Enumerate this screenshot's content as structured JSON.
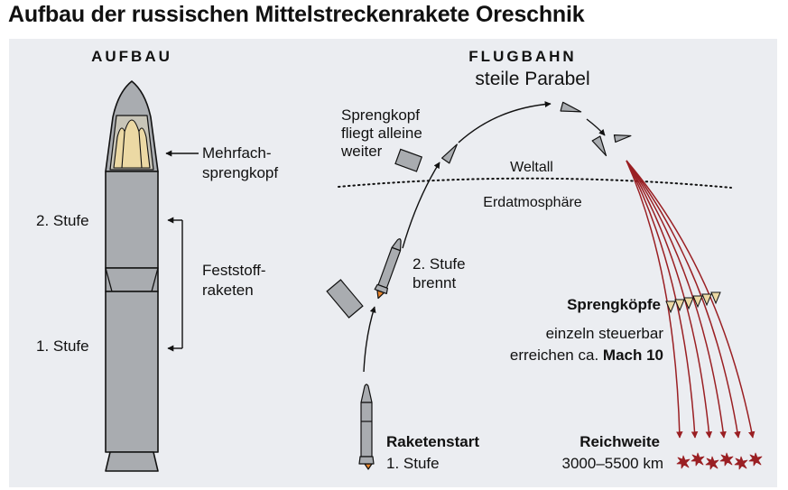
{
  "title": "Aufbau der russischen Mittelstreckenrakete Oreschnik",
  "aufbau": {
    "heading": "AUFBAU",
    "warhead_label": [
      "Mehrfach-",
      "sprengkopf"
    ],
    "stage2": "2. Stufe",
    "stage1": "1. Stufe",
    "solid_fuel": [
      "Feststoff-",
      "raketen"
    ]
  },
  "flugbahn": {
    "heading": "FLUGBAHN",
    "subheading": "steile Parabel",
    "warhead_alone": [
      "Sprengkopf",
      "fliegt alleine",
      "weiter"
    ],
    "space": "Weltall",
    "atmosphere": "Erdatmosphäre",
    "stage2_burn": [
      "2. Stufe",
      "brennt"
    ],
    "warheads_title": "Sprengköpfe",
    "warheads_line1": "einzeln steuerbar",
    "warheads_line2_prefix": "erreichen ca.",
    "warheads_line2_bold": "Mach 10",
    "launch_title": "Raketenstart",
    "launch_sub": "1. Stufe",
    "range_title": "Reichweite",
    "range_value": "3000–5500 km"
  },
  "colors": {
    "panel": "#ebedf1",
    "rocket_body": "#a9acb0",
    "warhead_cream": "#ecd9a4",
    "flame": "#e8862f",
    "impact_red": "#9a1f23",
    "ink": "#111111"
  }
}
